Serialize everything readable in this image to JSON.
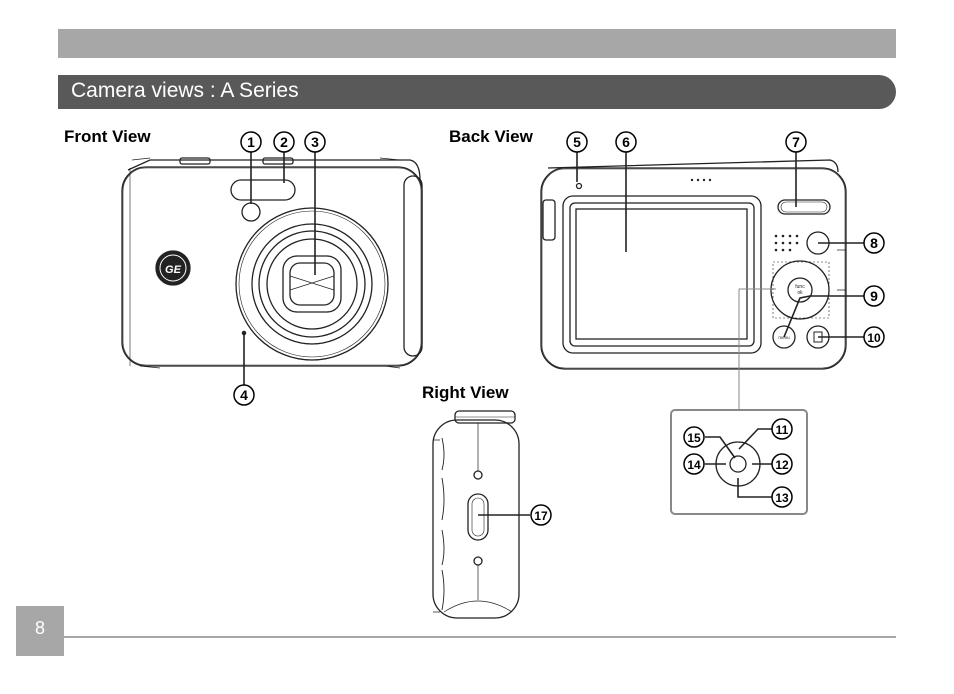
{
  "title": "Camera views : A Series",
  "views": {
    "front": "Front View",
    "back": "Back View",
    "right": "Right View"
  },
  "camera": {
    "logo": "GE",
    "buttons": {
      "menu": "menu",
      "func": "func",
      "ok": "ok"
    }
  },
  "callouts": [
    "1",
    "2",
    "3",
    "4",
    "5",
    "6",
    "7",
    "8",
    "9",
    "10",
    "11",
    "12",
    "13",
    "14",
    "15",
    "17"
  ],
  "page_number": "8"
}
